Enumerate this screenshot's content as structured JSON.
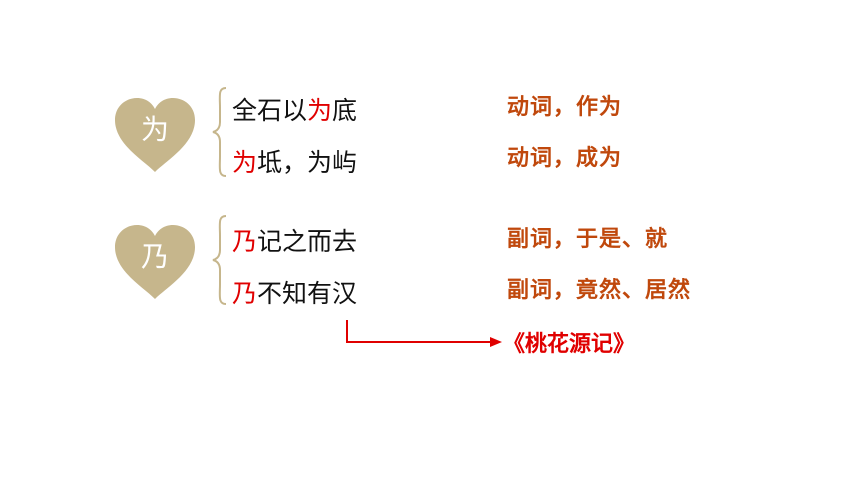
{
  "colors": {
    "heart": "#c6b68c",
    "highlight": "#e00000",
    "meaning": "#c0480c",
    "text": "#111111",
    "source": "#e00000"
  },
  "group1": {
    "char": "为",
    "row1": {
      "pre": "全石以",
      "hl": "为",
      "post": "底"
    },
    "row2": {
      "pre": "",
      "hl": "为",
      "post": "坻，为屿"
    },
    "meaning1": "动词，作为",
    "meaning2": "动词，成为"
  },
  "group2": {
    "char": "乃",
    "row1": {
      "pre": "",
      "hl": "乃",
      "post": "记之而去"
    },
    "row2": {
      "pre": "",
      "hl": "乃",
      "post": "不知有汉"
    },
    "meaning1": "副词，于是、就",
    "meaning2": "副词，竟然、居然"
  },
  "source": "《桃花源记》"
}
